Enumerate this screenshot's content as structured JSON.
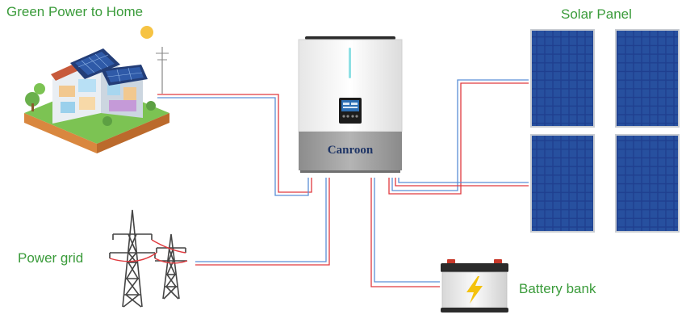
{
  "labels": {
    "home": "Green Power to Home",
    "solar": "Solar Panel",
    "grid": "Power grid",
    "battery": "Battery bank"
  },
  "inverter": {
    "brand": "Canroon"
  },
  "colors": {
    "label_green": "#3a9b3a",
    "wire_red": "#e0393e",
    "wire_blue": "#5a8fd6",
    "panel_blue": "#1f3f8f",
    "inverter_gray": "#9a9a9a",
    "brand_navy": "#1f3566"
  },
  "icons": {
    "home": "house-cutaway-icon",
    "inverter": "hybrid-inverter-icon",
    "solar": "solar-panel-icon",
    "grid": "transmission-tower-icon",
    "battery": "battery-icon"
  }
}
